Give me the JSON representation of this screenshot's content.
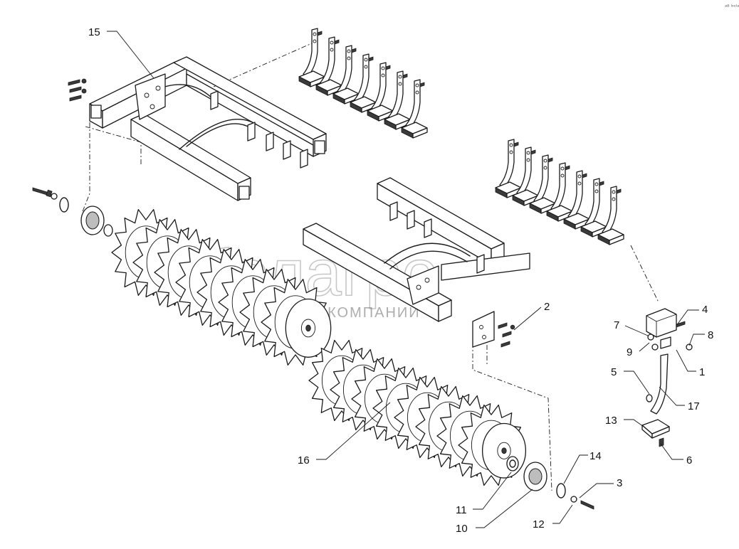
{
  "diagram": {
    "callouts": [
      {
        "id": "c1",
        "text": "1"
      },
      {
        "id": "c2",
        "text": "2"
      },
      {
        "id": "c3",
        "text": "3"
      },
      {
        "id": "c4",
        "text": "4"
      },
      {
        "id": "c5",
        "text": "5"
      },
      {
        "id": "c6",
        "text": "6"
      },
      {
        "id": "c7",
        "text": "7"
      },
      {
        "id": "c8",
        "text": "8"
      },
      {
        "id": "c9",
        "text": "9"
      },
      {
        "id": "c10",
        "text": "10"
      },
      {
        "id": "c11",
        "text": "11"
      },
      {
        "id": "c12",
        "text": "12"
      },
      {
        "id": "c13",
        "text": "13"
      },
      {
        "id": "c14",
        "text": "14"
      },
      {
        "id": "c15",
        "text": "15"
      },
      {
        "id": "c16",
        "text": "16"
      },
      {
        "id": "c17",
        "text": "17"
      }
    ]
  },
  "watermark": {
    "brand": "белагро",
    "subtitle": "ГРУППА КОМПАНИЙ"
  },
  "corner_mark": "ᵃᴮ ᵇᵉˡᵃ"
}
